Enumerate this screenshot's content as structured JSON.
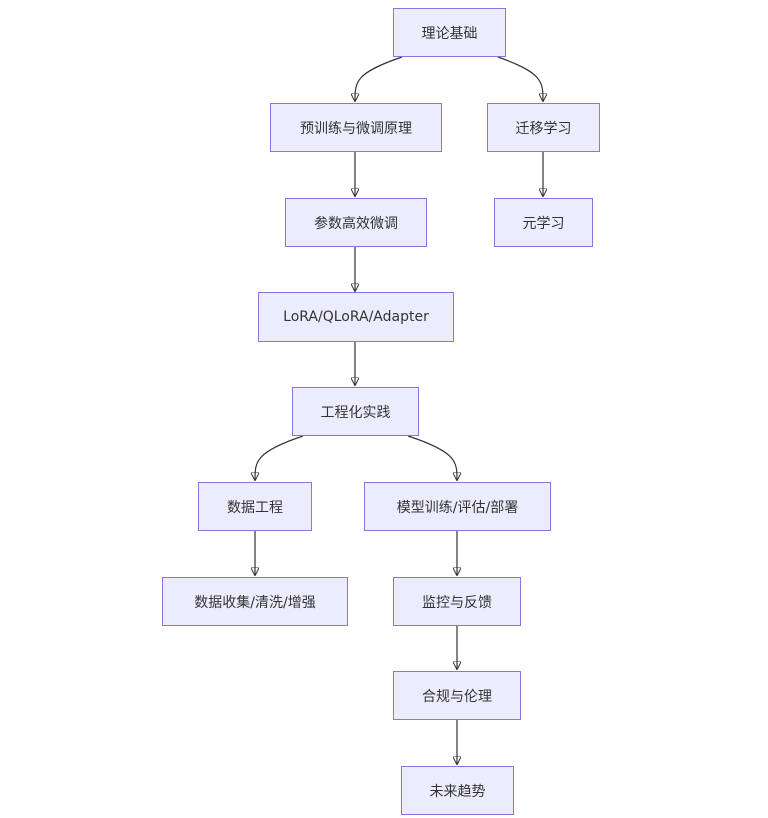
{
  "diagram": {
    "type": "flowchart",
    "direction": "top-down",
    "colors": {
      "node_fill": "#ECECFF",
      "node_border": "#9370DB",
      "edge": "#333333",
      "text": "#333333"
    },
    "nodes": {
      "theory": "理论基础",
      "pretrain": "预训练与微调原理",
      "transfer": "迁移学习",
      "peft": "参数高效微调",
      "meta": "元学习",
      "lora": "LoRA/QLoRA/Adapter",
      "engineering": "工程化实践",
      "data_eng": "数据工程",
      "model_ops": "模型训练/评估/部署",
      "data_proc": "数据收集/清洗/增强",
      "monitor": "监控与反馈",
      "compliance": "合规与伦理",
      "future": "未来趋势"
    },
    "edges": [
      [
        "theory",
        "pretrain"
      ],
      [
        "theory",
        "transfer"
      ],
      [
        "pretrain",
        "peft"
      ],
      [
        "transfer",
        "meta"
      ],
      [
        "peft",
        "lora"
      ],
      [
        "lora",
        "engineering"
      ],
      [
        "engineering",
        "data_eng"
      ],
      [
        "engineering",
        "model_ops"
      ],
      [
        "data_eng",
        "data_proc"
      ],
      [
        "model_ops",
        "monitor"
      ],
      [
        "monitor",
        "compliance"
      ],
      [
        "compliance",
        "future"
      ]
    ]
  }
}
